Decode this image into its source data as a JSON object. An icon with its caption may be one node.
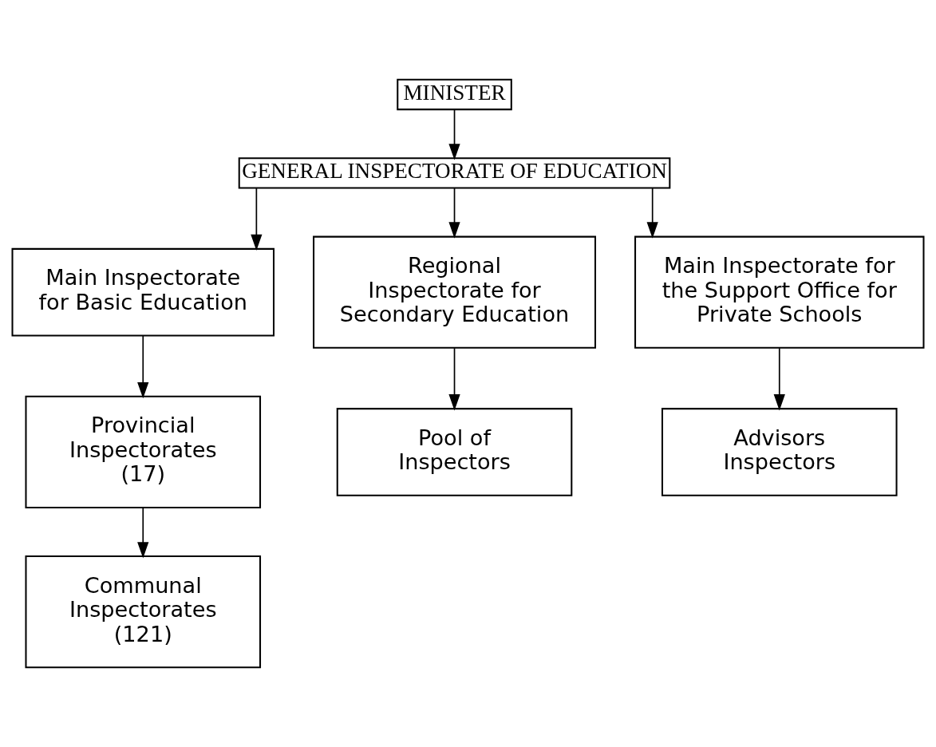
{
  "diagram": {
    "nodes": [
      {
        "text": [
          "MINISTER"
        ]
      },
      {
        "text": [
          "GENERAL INSPECTORATE OF EDUCATION"
        ]
      },
      {
        "text": [
          "Main Inspectorate for Basic Education"
        ]
      },
      {
        "text": [
          "Regional Inspectorate for Secondary Education"
        ]
      },
      {
        "text": [
          "Main Inspectorate for the Support Office for Private Schools"
        ]
      },
      {
        "text": [
          "Provincial Inspectorates (17)"
        ]
      },
      {
        "text": [
          "Pool of Inspectors"
        ]
      },
      {
        "text": [
          "Advisors Inspectors"
        ]
      },
      {
        "text": [
          "Communal Inspectorates (121)"
        ]
      }
    ],
    "edges": [
      {
        "from": 0,
        "to": 1,
        "arrow": "to"
      },
      {
        "from": 1,
        "to": 2,
        "arrow": "to"
      },
      {
        "from": 1,
        "to": 3,
        "arrow": "to"
      },
      {
        "from": 1,
        "to": 4,
        "arrow": "to"
      },
      {
        "from": 2,
        "to": 5,
        "arrow": "to"
      },
      {
        "from": 3,
        "to": 6,
        "arrow": "to"
      },
      {
        "from": 4,
        "to": 7,
        "arrow": "to"
      },
      {
        "from": 5,
        "to": 8,
        "arrow": "to"
      }
    ]
  }
}
